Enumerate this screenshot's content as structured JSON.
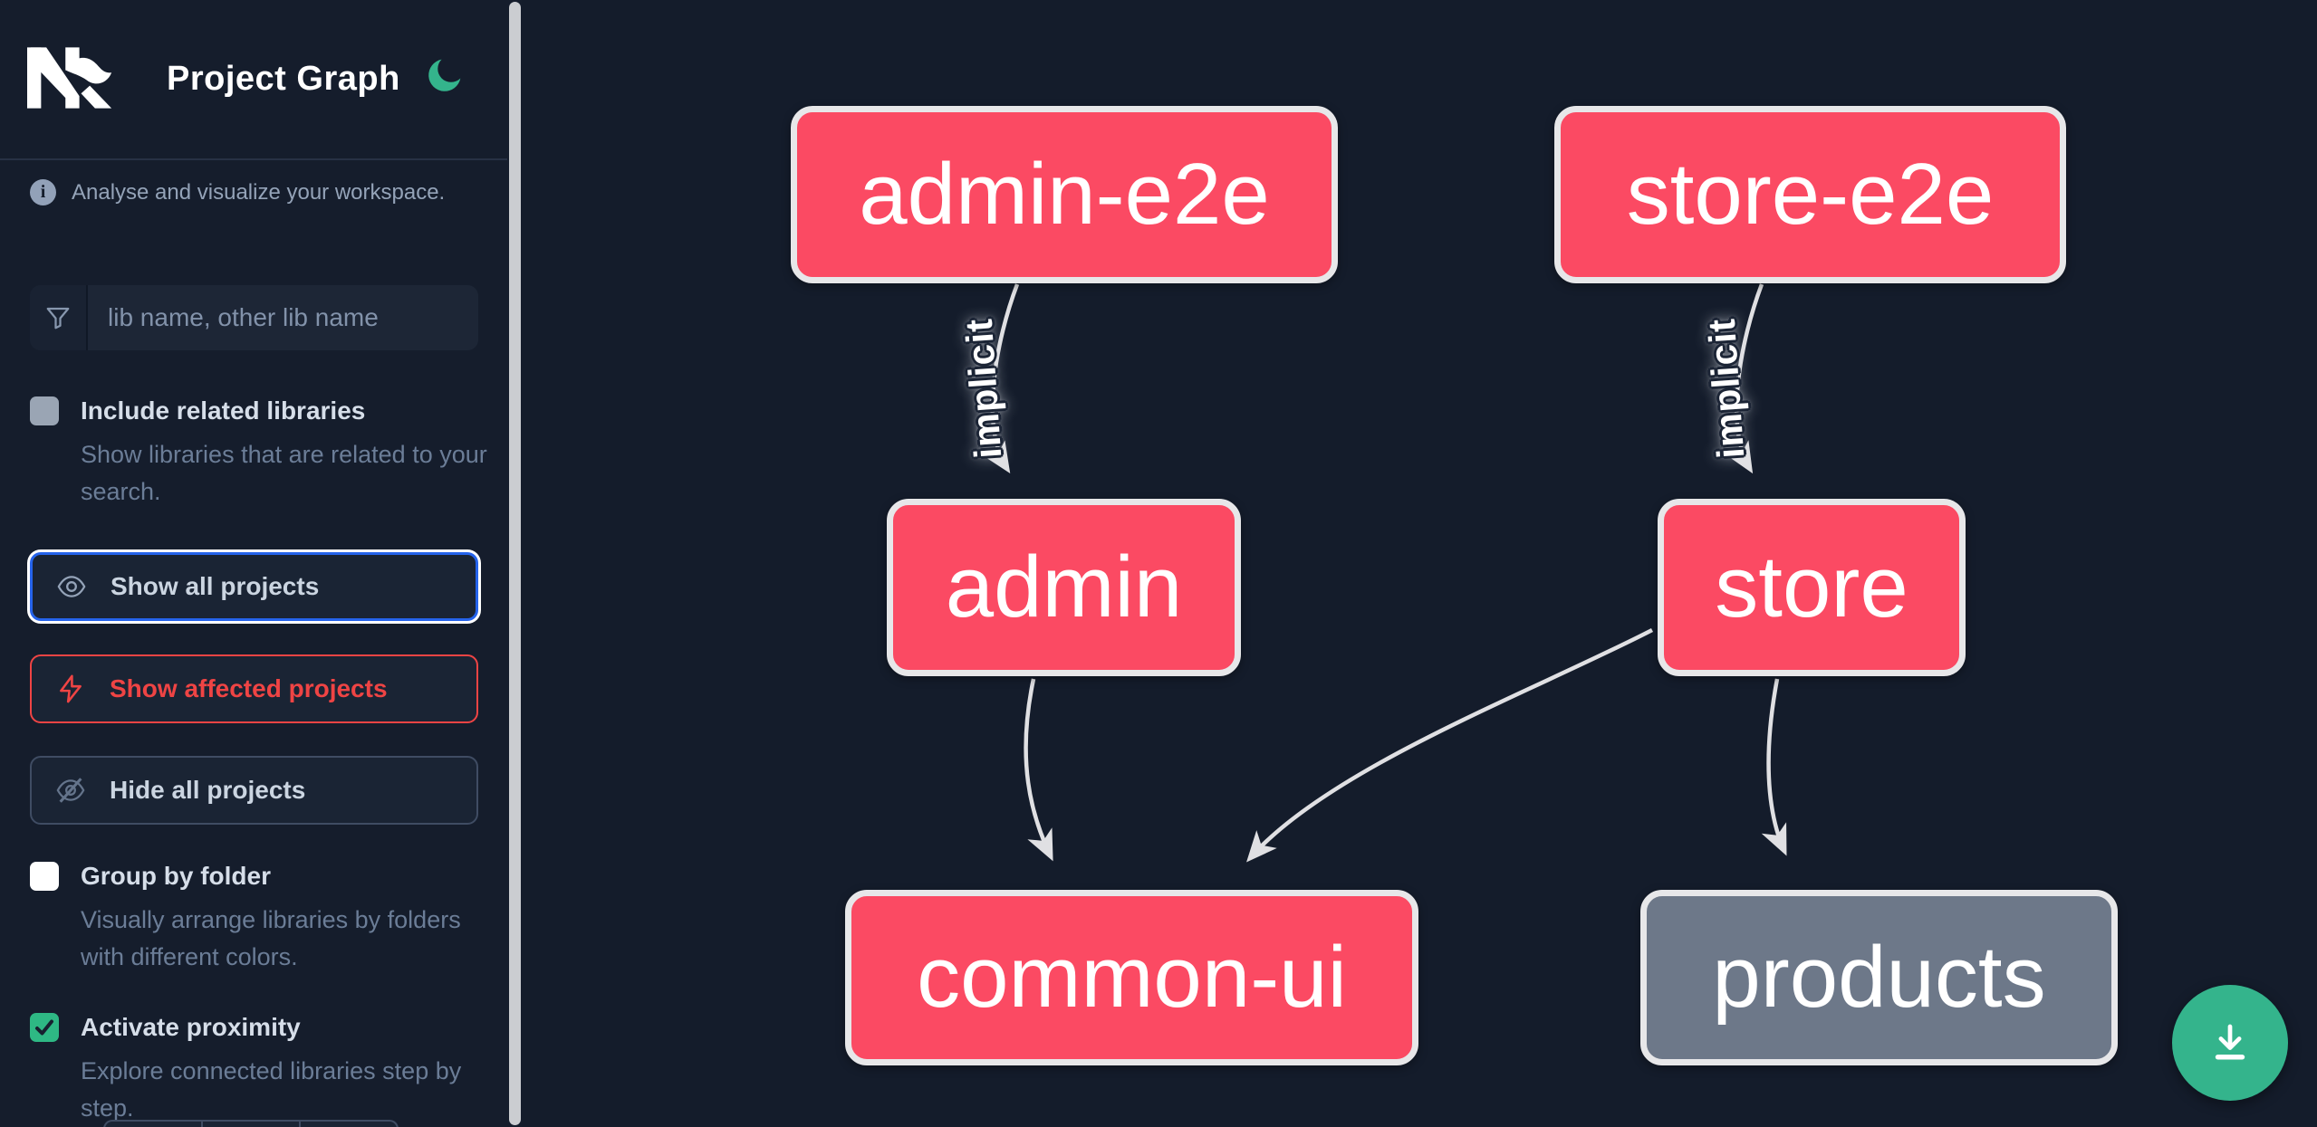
{
  "header": {
    "title": "Project Graph",
    "logo": "nx",
    "theme_toggle": "moon"
  },
  "intro": {
    "text": "Analyse and visualize your workspace."
  },
  "search": {
    "placeholder": "lib name, other lib name"
  },
  "options": [
    {
      "label": "Include related libraries",
      "description": "Show libraries that are related to your search.",
      "checked": false
    },
    {
      "label": "Group by folder",
      "description": "Visually arrange libraries by folders with different colors.",
      "checked": false
    },
    {
      "label": "Activate proximity",
      "description": "Explore connected libraries step by step.",
      "checked": true
    }
  ],
  "actions": {
    "show_all": "Show all projects",
    "show_affected": "Show affected projects",
    "hide_all": "Hide all projects"
  },
  "graph": {
    "nodes": [
      {
        "id": "admin-e2e",
        "label": "admin-e2e",
        "color": "#fb4a63"
      },
      {
        "id": "store-e2e",
        "label": "store-e2e",
        "color": "#fb4a63"
      },
      {
        "id": "admin",
        "label": "admin",
        "color": "#fb4a63"
      },
      {
        "id": "store",
        "label": "store",
        "color": "#fb4a63"
      },
      {
        "id": "common-ui",
        "label": "common-ui",
        "color": "#fb4a63"
      },
      {
        "id": "products",
        "label": "products",
        "color": "#6d7889"
      }
    ],
    "edges": [
      {
        "from": "admin-e2e",
        "to": "admin",
        "label": "implicit"
      },
      {
        "from": "store-e2e",
        "to": "store",
        "label": "implicit"
      },
      {
        "from": "admin",
        "to": "common-ui",
        "label": ""
      },
      {
        "from": "store",
        "to": "common-ui",
        "label": ""
      },
      {
        "from": "store",
        "to": "products",
        "label": ""
      }
    ]
  },
  "fab": {
    "icon": "download"
  },
  "colors": {
    "background": "#141c2b",
    "node_pink": "#fb4a63",
    "node_gray": "#6d7889",
    "node_border": "#e7e7e9",
    "edge": "#e0e0e3",
    "accent_green": "#34b48c",
    "focus_blue": "#2563eb",
    "warn_red": "#ef4444",
    "text_muted": "#94a3b8"
  }
}
